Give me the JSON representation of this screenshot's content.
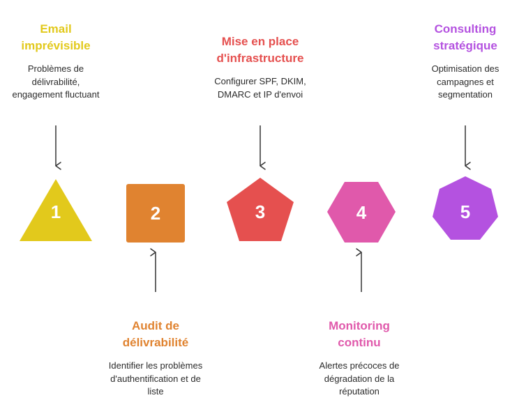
{
  "steps": [
    {
      "number": "1",
      "title": "Email\nimprévisible",
      "description": "Problèmes de\ndélivrabilité,\nengagement fluctuant",
      "color": "#e2c91c",
      "shape": "triangle"
    },
    {
      "number": "2",
      "title": "Audit de\ndélivrabilité",
      "description": "Identifier les problèmes\nd'authentification et de\nliste",
      "color": "#e08330",
      "shape": "square"
    },
    {
      "number": "3",
      "title": "Mise en place\nd'infrastructure",
      "description": "Configurer SPF, DKIM,\nDMARC et IP d'envoi",
      "color": "#e5504f",
      "shape": "pentagon"
    },
    {
      "number": "4",
      "title": "Monitoring\ncontinu",
      "description": "Alertes précoces de\ndégradation de la\nréputation",
      "color": "#e059ab",
      "shape": "hexagon"
    },
    {
      "number": "5",
      "title": "Consulting\nstratégique",
      "description": "Optimisation des\ncampagnes et\nsegmentation",
      "color": "#b452e0",
      "shape": "heptagon"
    }
  ],
  "arrow_color": "#333333"
}
